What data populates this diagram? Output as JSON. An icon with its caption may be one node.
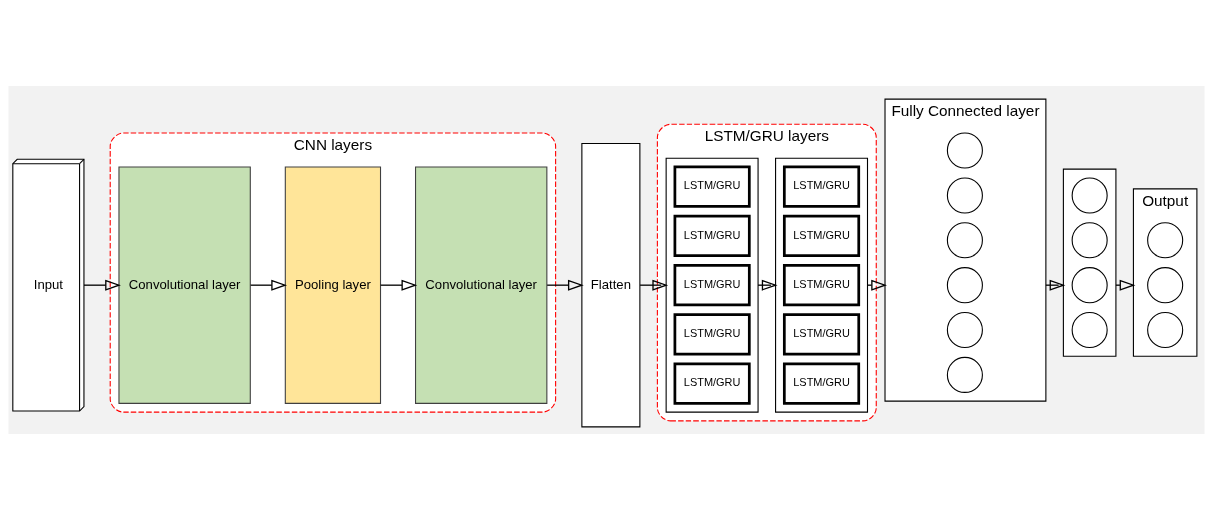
{
  "diagram": {
    "nodes": [
      {
        "text": [
          "Input"
        ]
      },
      {
        "text": [
          "CNN layers"
        ]
      },
      {
        "text": [
          "Convolutional layer"
        ],
        "in": 1
      },
      {
        "text": [
          "Pooling layer"
        ],
        "in": 1
      },
      {
        "text": [
          "Convolutional layer"
        ],
        "in": 1
      },
      {
        "text": [
          "Flatten"
        ]
      },
      {
        "text": [
          "LSTM/GRU layers"
        ]
      },
      {
        "text": [],
        "shape": "box",
        "in": 6
      },
      {
        "text": [
          "LSTM/GRU"
        ],
        "in": 7
      },
      {
        "text": [
          "LSTM/GRU"
        ],
        "in": 7
      },
      {
        "text": [
          "LSTM/GRU"
        ],
        "in": 7
      },
      {
        "text": [
          "LSTM/GRU"
        ],
        "in": 7
      },
      {
        "text": [
          "LSTM/GRU"
        ],
        "in": 7
      },
      {
        "text": [],
        "shape": "box",
        "in": 6
      },
      {
        "text": [
          "LSTM/GRU"
        ],
        "in": 13
      },
      {
        "text": [
          "LSTM/GRU"
        ],
        "in": 13
      },
      {
        "text": [
          "LSTM/GRU"
        ],
        "in": 13
      },
      {
        "text": [
          "LSTM/GRU"
        ],
        "in": 13
      },
      {
        "text": [
          "LSTM/GRU"
        ],
        "in": 13
      },
      {
        "text": [
          "Fully Connected layer"
        ]
      },
      {
        "text": [],
        "shape": "circle",
        "in": 19
      },
      {
        "text": [],
        "shape": "circle",
        "in": 19
      },
      {
        "text": [],
        "shape": "circle",
        "in": 19
      },
      {
        "text": [],
        "shape": "circle",
        "in": 19
      },
      {
        "text": [],
        "shape": "circle",
        "in": 19
      },
      {
        "text": [],
        "shape": "circle",
        "in": 19
      },
      {
        "text": [],
        "shape": "box"
      },
      {
        "text": [],
        "shape": "circle",
        "in": 26
      },
      {
        "text": [],
        "shape": "circle",
        "in": 26
      },
      {
        "text": [],
        "shape": "circle",
        "in": 26
      },
      {
        "text": [],
        "shape": "circle",
        "in": 26
      },
      {
        "text": [
          "Output"
        ]
      },
      {
        "text": [],
        "shape": "circle",
        "in": 31
      },
      {
        "text": [],
        "shape": "circle",
        "in": 31
      },
      {
        "text": [],
        "shape": "circle",
        "in": 31
      }
    ],
    "edges": [
      {
        "from": 0,
        "to": 2,
        "arrow": "to"
      },
      {
        "from": 2,
        "to": 3,
        "arrow": "to"
      },
      {
        "from": 3,
        "to": 4,
        "arrow": "to"
      },
      {
        "from": 4,
        "to": 5,
        "arrow": "to"
      },
      {
        "from": 5,
        "to": 7,
        "arrow": "to"
      },
      {
        "from": 7,
        "to": 13,
        "arrow": "to"
      },
      {
        "from": 13,
        "to": 19,
        "arrow": "to"
      },
      {
        "from": 19,
        "to": 26,
        "arrow": "to"
      },
      {
        "from": 26,
        "to": 31,
        "arrow": "to"
      }
    ]
  }
}
